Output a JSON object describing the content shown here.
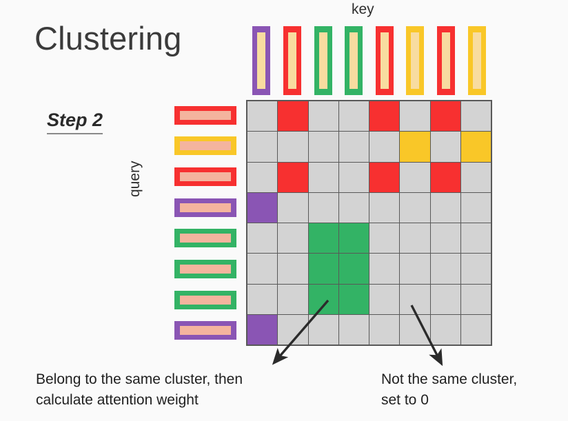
{
  "slide": {
    "title": "Clustering",
    "step_label": "Step 2",
    "background": "#fafafa"
  },
  "axes": {
    "key_label": "key",
    "query_label": "query"
  },
  "palette": {
    "red": "#f73030",
    "green": "#33b365",
    "yellow": "#f9c728",
    "purple": "#8a55b4",
    "grey_cell": "#d3d3d3",
    "grid_line": "#585858",
    "key_bar_inner": "#f8dca0",
    "query_bar_inner": "#f4b49e",
    "arrow": "#2b2b2b",
    "title_text": "#3b3b3b",
    "body_text": "#1f1f1f"
  },
  "key_bars": [
    {
      "index": 0,
      "cluster": "purple",
      "color": "#8a55b4"
    },
    {
      "index": 1,
      "cluster": "red",
      "color": "#f73030"
    },
    {
      "index": 2,
      "cluster": "green",
      "color": "#33b365"
    },
    {
      "index": 3,
      "cluster": "green",
      "color": "#33b365"
    },
    {
      "index": 4,
      "cluster": "red",
      "color": "#f73030"
    },
    {
      "index": 5,
      "cluster": "yellow",
      "color": "#f9c728"
    },
    {
      "index": 6,
      "cluster": "red",
      "color": "#f73030"
    },
    {
      "index": 7,
      "cluster": "yellow",
      "color": "#f9c728"
    }
  ],
  "query_bars": [
    {
      "index": 0,
      "cluster": "red",
      "color": "#f73030"
    },
    {
      "index": 1,
      "cluster": "yellow",
      "color": "#f9c728"
    },
    {
      "index": 2,
      "cluster": "red",
      "color": "#f73030"
    },
    {
      "index": 3,
      "cluster": "purple",
      "color": "#8a55b4"
    },
    {
      "index": 4,
      "cluster": "green",
      "color": "#33b365"
    },
    {
      "index": 5,
      "cluster": "green",
      "color": "#33b365"
    },
    {
      "index": 6,
      "cluster": "green",
      "color": "#33b365"
    },
    {
      "index": 7,
      "cluster": "purple",
      "color": "#8a55b4"
    }
  ],
  "chart_data": {
    "type": "heatmap",
    "title": "Clustering",
    "xlabel": "key",
    "ylabel": "query",
    "grid": true,
    "rows": 8,
    "cols": 8,
    "legend": "Cells are highlighted with the cluster colour when query and key belong to the same cluster; otherwise grey (attention set to 0).",
    "x_categories": [
      "purple",
      "red",
      "green",
      "green",
      "red",
      "yellow",
      "red",
      "yellow"
    ],
    "y_categories": [
      "red",
      "yellow",
      "red",
      "purple",
      "green",
      "green",
      "green",
      "purple"
    ],
    "cell_colors": [
      [
        "grey",
        "red",
        "grey",
        "grey",
        "red",
        "grey",
        "red",
        "grey"
      ],
      [
        "grey",
        "grey",
        "grey",
        "grey",
        "grey",
        "yellow",
        "grey",
        "yellow"
      ],
      [
        "grey",
        "red",
        "grey",
        "grey",
        "red",
        "grey",
        "red",
        "grey"
      ],
      [
        "purple",
        "grey",
        "grey",
        "grey",
        "grey",
        "grey",
        "grey",
        "grey"
      ],
      [
        "grey",
        "grey",
        "green",
        "green",
        "grey",
        "grey",
        "grey",
        "grey"
      ],
      [
        "grey",
        "grey",
        "green",
        "green",
        "grey",
        "grey",
        "grey",
        "grey"
      ],
      [
        "grey",
        "grey",
        "green",
        "green",
        "grey",
        "grey",
        "grey",
        "grey"
      ],
      [
        "purple",
        "grey",
        "grey",
        "grey",
        "grey",
        "grey",
        "grey",
        "grey"
      ]
    ],
    "values": [
      [
        0,
        1,
        0,
        0,
        1,
        0,
        1,
        0
      ],
      [
        0,
        0,
        0,
        0,
        0,
        1,
        0,
        1
      ],
      [
        0,
        1,
        0,
        0,
        1,
        0,
        1,
        0
      ],
      [
        1,
        0,
        0,
        0,
        0,
        0,
        0,
        0
      ],
      [
        0,
        0,
        1,
        1,
        0,
        0,
        0,
        0
      ],
      [
        0,
        0,
        1,
        1,
        0,
        0,
        0,
        0
      ],
      [
        0,
        0,
        1,
        1,
        0,
        0,
        0,
        0
      ],
      [
        1,
        0,
        0,
        0,
        0,
        0,
        0,
        0
      ]
    ]
  },
  "annotations": {
    "left": {
      "line1": "Belong to the same cluster, then",
      "line2": "calculate attention weight"
    },
    "right": {
      "line1": "Not the same cluster,",
      "line2": "set to 0"
    }
  }
}
